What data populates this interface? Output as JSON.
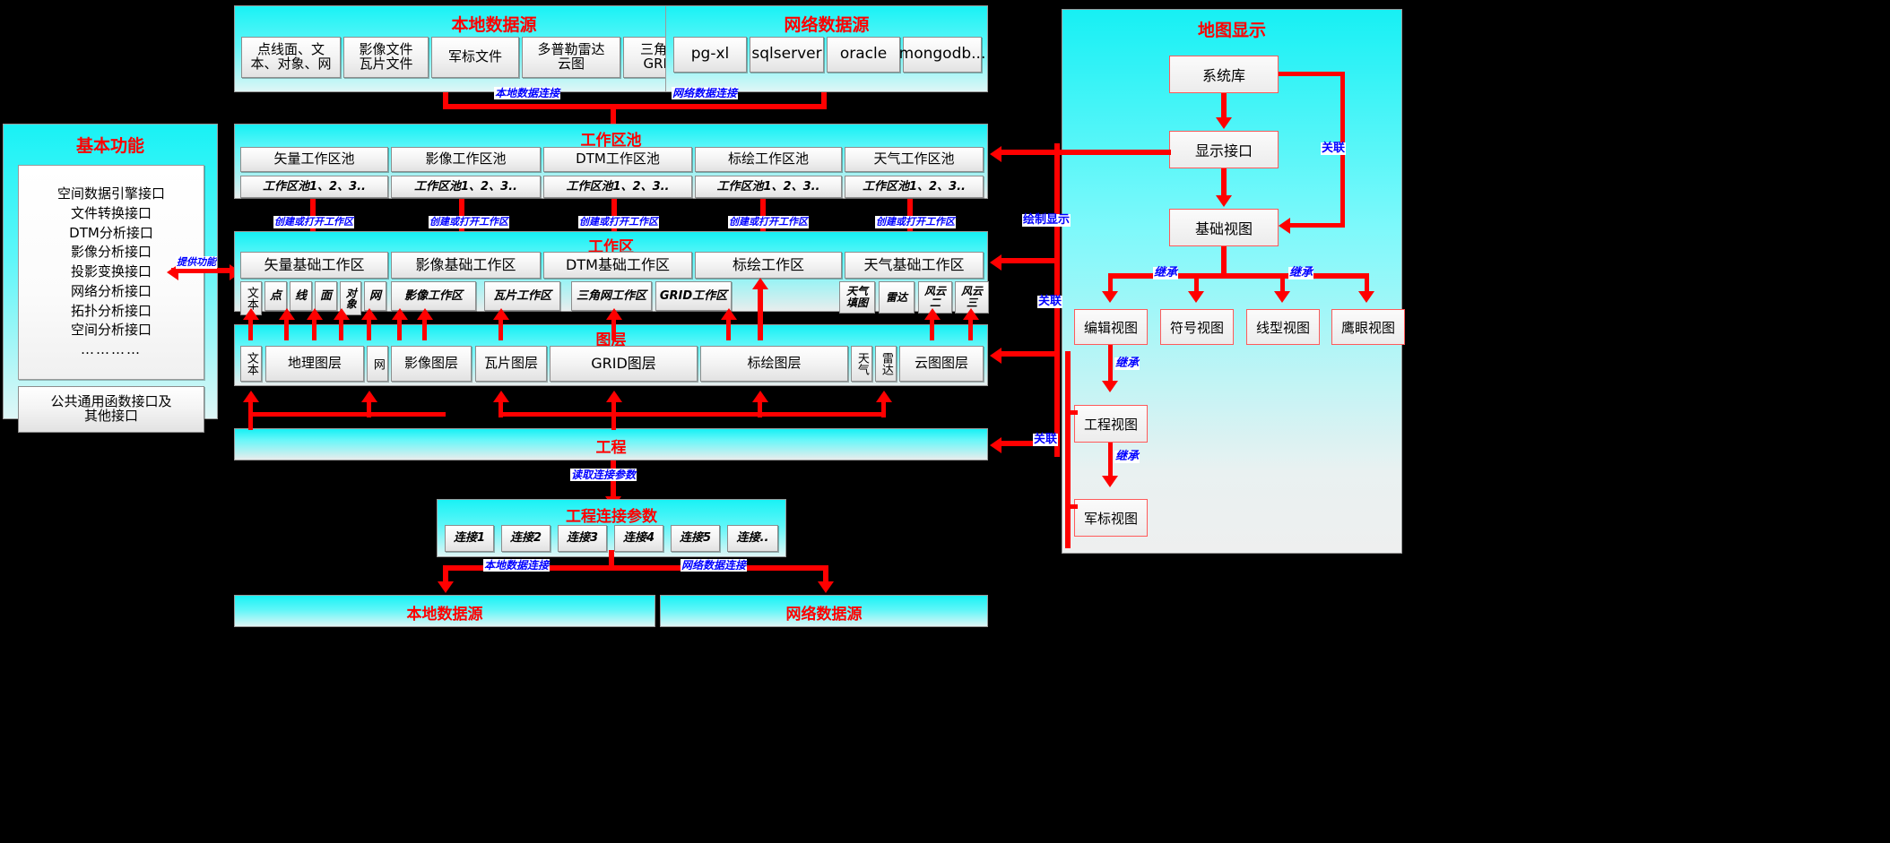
{
  "local_sources_top": {
    "title": "本地数据源",
    "items": [
      "点线面、文\n本、对象、网",
      "影像文件\n瓦片文件",
      "军标文件",
      "多普勒雷达\n云图",
      "三角网文件\nGRID文件"
    ]
  },
  "network_sources_top": {
    "title": "网络数据源",
    "items": [
      "pg-xl",
      "sqlserver",
      "oracle",
      "mongodb..."
    ]
  },
  "basic_functions": {
    "title": "基本功能",
    "interfaces": [
      "空间数据引擎接口",
      "文件转换接口",
      "DTM分析接口",
      "影像分析接口",
      "投影变换接口",
      "网络分析接口",
      "拓扑分析接口",
      "空间分析接口",
      "…………"
    ],
    "common": "公共通用函数接口及\n其他接口"
  },
  "workspace_pool": {
    "title": "工作区池",
    "pools": [
      "矢量工作区池",
      "影像工作区池",
      "DTM工作区池",
      "标绘工作区池",
      "天气工作区池"
    ],
    "instances": [
      "工作区池1、2、3..",
      "工作区池1、2、3..",
      "工作区池1、2、3..",
      "工作区池1、2、3..",
      "工作区池1、2、3.."
    ]
  },
  "workspace": {
    "title": "工作区",
    "bases": [
      "矢量基础工作区",
      "影像基础工作区",
      "DTM基础工作区",
      "标绘工作区",
      "天气基础工作区"
    ],
    "vector_items": [
      "文本",
      "点",
      "线",
      "面",
      "对象",
      "网"
    ],
    "image_items": [
      "影像工作区",
      "瓦片工作区"
    ],
    "dtm_items": [
      "三角网工作区",
      "GRID工作区"
    ],
    "weather_items": [
      "天气\n填图",
      "雷达",
      "风云\n二",
      "风云\n三"
    ]
  },
  "layers": {
    "title": "图层",
    "items": [
      "文本",
      "地理图层",
      "网",
      "影像图层",
      "瓦片图层",
      "GRID图层",
      "标绘图层",
      "天气",
      "雷达",
      "云图图层"
    ]
  },
  "project": {
    "title": "工程"
  },
  "project_conn": {
    "title": "工程连接参数",
    "items": [
      "连接1",
      "连接2",
      "连接3",
      "连接4",
      "连接5",
      "连接.."
    ]
  },
  "local_sources_bottom": {
    "title": "本地数据源"
  },
  "network_sources_bottom": {
    "title": "网络数据源"
  },
  "map_display": {
    "title": "地图显示",
    "system_lib": "系统库",
    "display_interface": "显示接口",
    "base_view": "基础视图",
    "views": [
      "编辑视图",
      "符号视图",
      "线型视图",
      "鹰眼视图"
    ],
    "project_view": "工程视图",
    "milmark_view": "军标视图"
  },
  "edge_labels": {
    "local_data_conn": "本地数据连接",
    "network_data_conn": "网络数据连接",
    "create_or_open_ws": "创建或打开工作区",
    "provide_func": "提供功能",
    "read_conn_params": "读取连接参数",
    "render_display": "绘制显示",
    "associate": "关联",
    "inherit": "继承"
  },
  "colors": {
    "accent_red": "#ff0000",
    "label_blue": "#0000ff",
    "panel_cyan": "#19f2f5",
    "box_grey": "#f0f0f0"
  }
}
